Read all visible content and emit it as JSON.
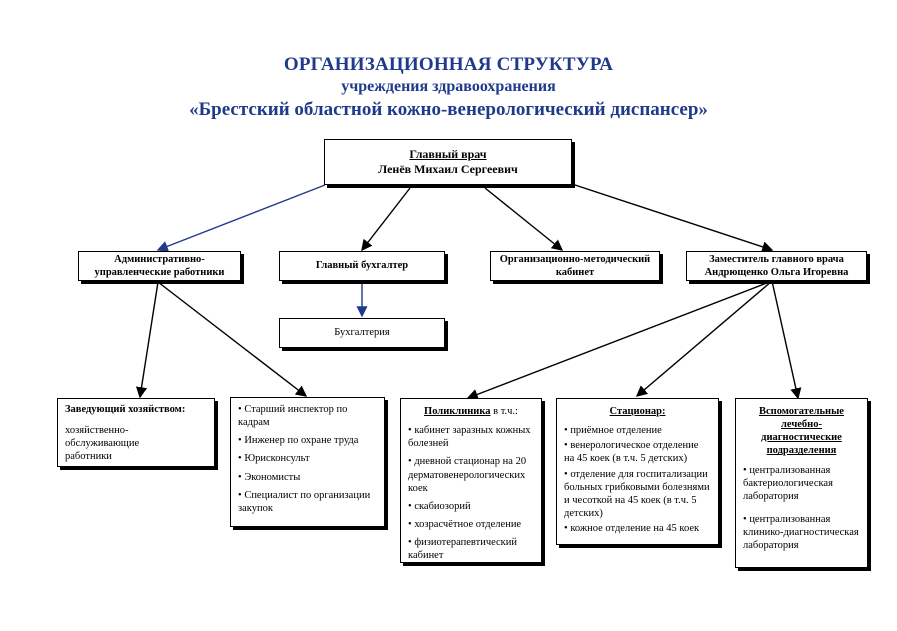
{
  "title": {
    "line1": "ОРГАНИЗАЦИОННАЯ СТРУКТУРА",
    "line2": "учреждения здравоохранения",
    "line3": "«Брестский областной кожно-венерологический диспансер»"
  },
  "chief": {
    "role": "Главный врач",
    "name": "Ленёв Михаил Сергеевич"
  },
  "admin": {
    "label": "Административно-управленческие работники"
  },
  "accountant": {
    "label": "Главный бухгалтер",
    "sub": "Бухгалтерия"
  },
  "method": {
    "label": "Организационно-методический кабинет"
  },
  "deputy": {
    "role": "Заместитель главного врача",
    "name": "Андрющенко Ольга Игоревна"
  },
  "household": {
    "head": "Заведующий хозяйством:",
    "text": "хозяйственно-обслуживающие работники"
  },
  "staff": {
    "items": [
      "Старший инспектор по кадрам",
      "Инженер по охране труда",
      "Юрисконсульт",
      "Экономисты",
      "Специалист по организации закупок"
    ]
  },
  "polyclinic": {
    "head": "Поликлиника",
    "suffix": " в т.ч.:",
    "items": [
      "кабинет заразных кожных болезней",
      "дневной стационар на 20 дерматовенерологических коек",
      "скабиозорий",
      "хозрасчётное отделение",
      "физиотерапевтический кабинет"
    ]
  },
  "hospital": {
    "head": "Стационар:",
    "items": [
      "приёмное отделение",
      "венерологическое отделение на 45 коек (в т.ч. 5 детских)",
      "отделение для госпитализации больных грибковыми болезнями и чесоткой на 45 коек (в т.ч. 5 детских)",
      "кожное отделение на 45 коек"
    ]
  },
  "aux": {
    "head": "Вспомогательные лечебно-диагностические подразделения",
    "items": [
      "централизованная бактериологическая лаборатория",
      "централизованная клинико-диагностическая лаборатория"
    ]
  },
  "colors": {
    "title": "#1f3a8a",
    "arrow_blue": "#1f3a8a",
    "arrow_black": "#000000"
  }
}
